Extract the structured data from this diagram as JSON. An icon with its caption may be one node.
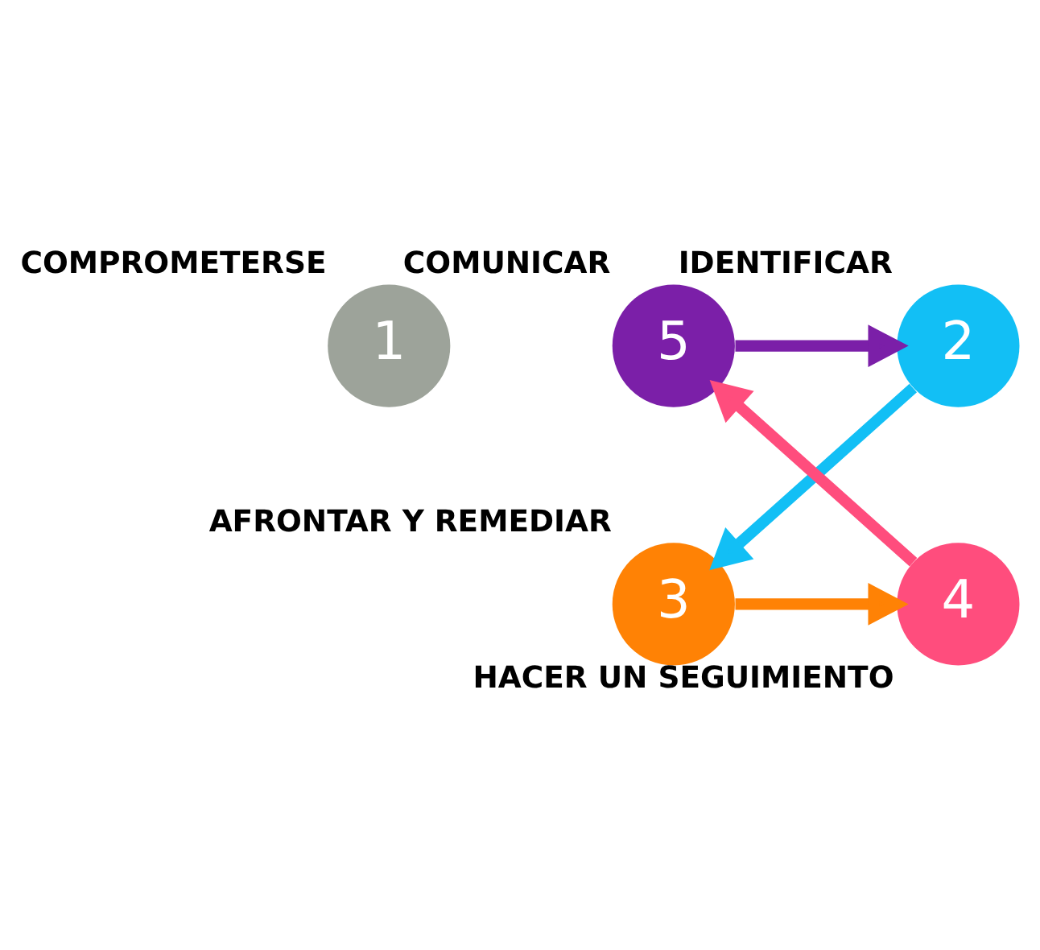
{
  "diagram": {
    "nodes": [
      {
        "text": [
          "1"
        ],
        "beside": [
          "COMPROMETERSE"
        ]
      },
      {
        "text": [
          "2"
        ],
        "beside": [
          "IDENTIFICAR"
        ]
      },
      {
        "text": [
          "3"
        ],
        "beside": [
          "AFRONTAR Y REMEDIAR"
        ]
      },
      {
        "text": [
          "4"
        ],
        "beside": [
          "HACER UN SEGUIMIENTO"
        ]
      },
      {
        "text": [
          "5"
        ],
        "beside": [
          "COMUNICAR"
        ]
      }
    ],
    "edges": [
      {
        "from": 1,
        "to": 2,
        "arrow": "to",
        "color": "#12bff5"
      },
      {
        "from": 2,
        "to": 3,
        "arrow": "to",
        "color": "#ff8205"
      },
      {
        "from": 3,
        "to": 4,
        "arrow": "to",
        "color": "#ff4d7d"
      },
      {
        "from": 4,
        "to": 1,
        "arrow": "to",
        "color": "#7b1fa8"
      }
    ]
  }
}
